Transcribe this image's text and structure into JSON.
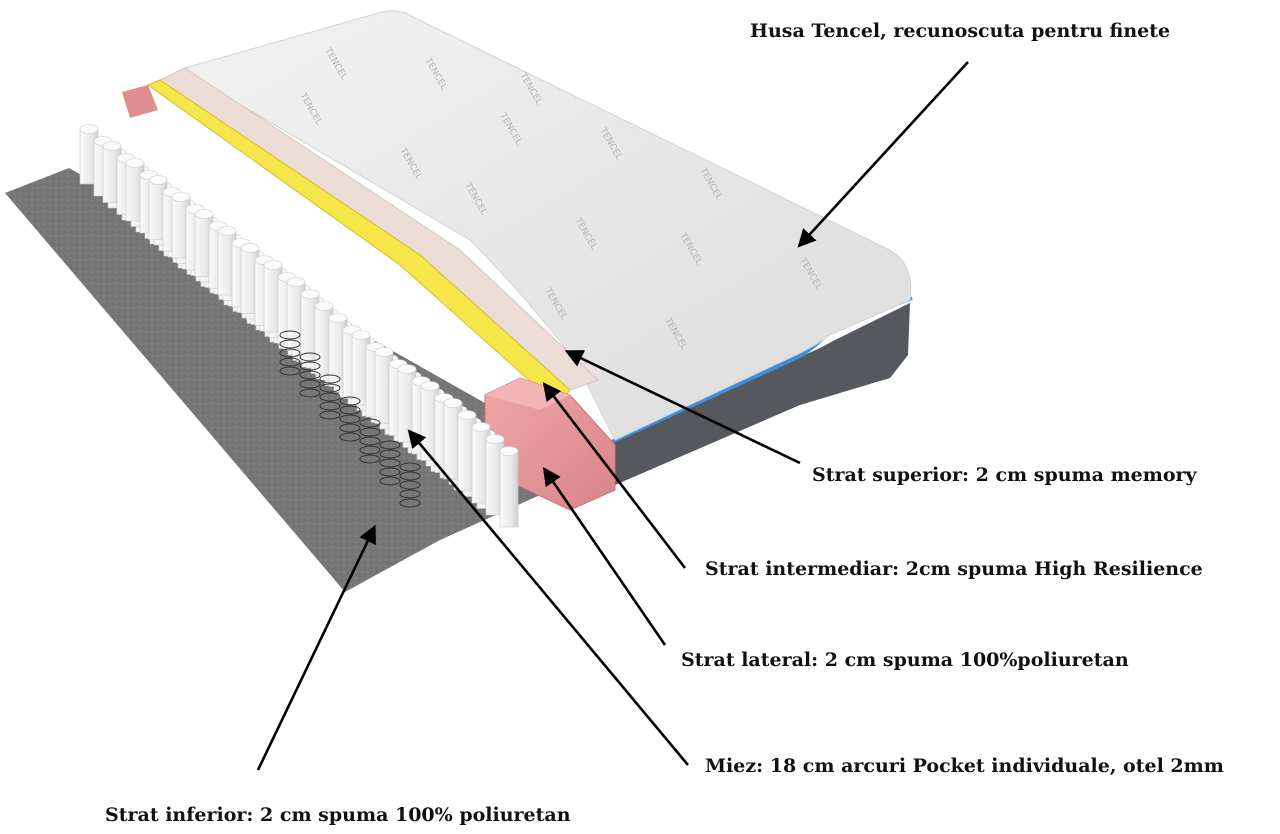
{
  "labels": {
    "husa": "Husa Tencel, recunoscuta pentru finete",
    "superior": "Strat superior: 2 cm spuma memory",
    "intermediar": "Strat intermediar: 2cm spuma High Resilience",
    "lateral": "Strat lateral: 2 cm spuma 100%poliuretan",
    "miez": "Miez: 18 cm arcuri Pocket individuale, otel 2mm",
    "inferior": "Strat inferior: 2 cm spuma 100% poliuretan"
  },
  "cover_print": "TENCEL",
  "colors": {
    "cover": "#e4e4e4",
    "memory_foam": "#ebdcd6",
    "hr_foam": "#f5e64a",
    "side_foam": "#e89497",
    "base_felt": "#747474",
    "accent_piping": "#3d8fdc",
    "border": "#55595e",
    "springs": "#eeeeee",
    "arrows": "#000000"
  }
}
